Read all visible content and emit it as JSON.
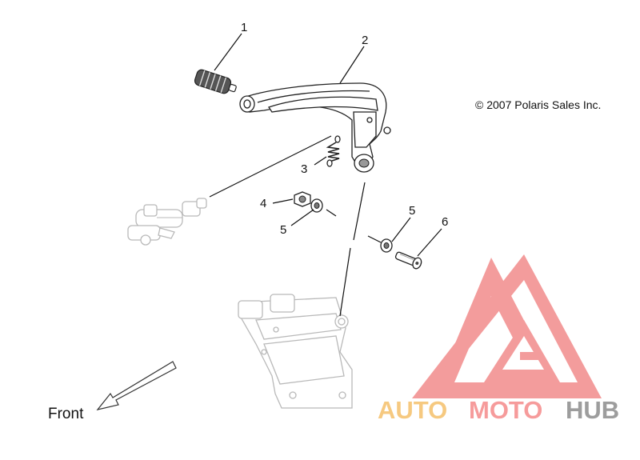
{
  "copyright": "© 2007 Polaris Sales Inc.",
  "front_label": "Front",
  "callouts": [
    {
      "id": "callout-1",
      "label": "1"
    },
    {
      "id": "callout-2",
      "label": "2"
    },
    {
      "id": "callout-3",
      "label": "3"
    },
    {
      "id": "callout-4",
      "label": "4"
    },
    {
      "id": "callout-5a",
      "label": "5"
    },
    {
      "id": "callout-5b",
      "label": "5"
    },
    {
      "id": "callout-6",
      "label": "6"
    }
  ],
  "watermark": {
    "word_1": "AUTO",
    "word_2": "MOTO",
    "word_3": "HUB",
    "color_1": "#f5c06a",
    "color_2": "#f58a8a",
    "color_3": "#8c8c8c",
    "triangle_color": "#f28b8b"
  }
}
